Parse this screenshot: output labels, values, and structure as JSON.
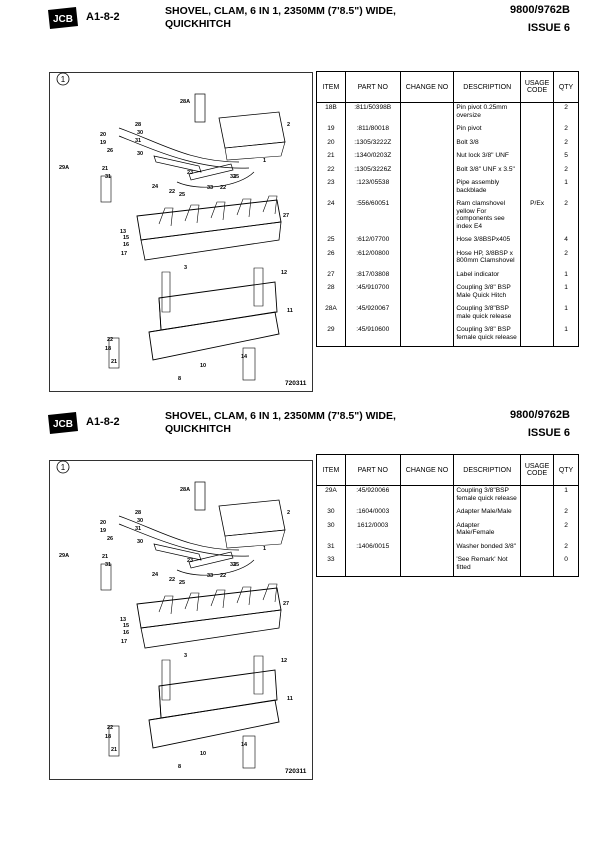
{
  "brand": {
    "logo_text": "JCB"
  },
  "headers": [
    {
      "code": "A1-8-2",
      "title_line1": "SHOVEL, CLAM, 6 IN 1, 2350MM (7'8.5\") WIDE,",
      "title_line2": "QUICKHITCH",
      "publication": "9800/9762B",
      "issue": "ISSUE 6"
    },
    {
      "code": "A1-8-2",
      "title_line1": "SHOVEL, CLAM, 6 IN 1, 2350MM (7'8.5\") WIDE,",
      "title_line2": "QUICKHITCH",
      "publication": "9800/9762B",
      "issue": "ISSUE 6"
    }
  ],
  "figure": {
    "ref": "1",
    "drawing_no": "720311",
    "labels": [
      "28A",
      "28",
      "30",
      "31",
      "20",
      "19",
      "26",
      "30",
      "29A",
      "21",
      "31",
      "23",
      "24",
      "22",
      "33",
      "25",
      "33",
      "22",
      "25",
      "2",
      "1",
      "27",
      "13",
      "15",
      "16",
      "17",
      "3",
      "12",
      "11",
      "22",
      "18",
      "21",
      "14",
      "10",
      "8"
    ]
  },
  "table_headers": {
    "item": "ITEM",
    "part_no": "PART NO",
    "change_no": "CHANGE NO",
    "description": "DESCRIPTION",
    "usage_code": "USAGE CODE",
    "qty": "QTY"
  },
  "tables": [
    {
      "rows": [
        {
          "item": "18B",
          "part_no": ":811/50398B",
          "change_no": "",
          "description": "Pin pivot 0.25mm oversize",
          "usage": "",
          "qty": "2"
        },
        {
          "item": "19",
          "part_no": ":811/80018",
          "change_no": "",
          "description": "Pin pivot",
          "usage": "",
          "qty": "2"
        },
        {
          "item": "20",
          "part_no": ":1305/3222Z",
          "change_no": "",
          "description": "Bolt 3/8",
          "usage": "",
          "qty": "2"
        },
        {
          "item": "21",
          "part_no": ":1340/0203Z",
          "change_no": "",
          "description": "Nut lock 3/8\" UNF",
          "usage": "",
          "qty": "5"
        },
        {
          "item": "22",
          "part_no": ":1305/3226Z",
          "change_no": "",
          "description": "Bolt 3/8\" UNF x 3.5\"",
          "usage": "",
          "qty": "2"
        },
        {
          "item": "23",
          "part_no": ":123/05538",
          "change_no": "",
          "description": "Pipe assembly backblade",
          "usage": "",
          "qty": "1"
        },
        {
          "item": "24",
          "part_no": ":556/60051",
          "change_no": "",
          "description": "Ram clamshovel yellow For components see index E4",
          "usage": "P/Ex",
          "qty": "2"
        },
        {
          "item": "25",
          "part_no": ":612/07700",
          "change_no": "",
          "description": "Hose 3/8BSPx405",
          "usage": "",
          "qty": "4"
        },
        {
          "item": "26",
          "part_no": ":612/00800",
          "change_no": "",
          "description": "Hose HP, 3/8BSP x 800mm Clamshovel",
          "usage": "",
          "qty": "2"
        },
        {
          "item": "27",
          "part_no": ":817/03808",
          "change_no": "",
          "description": "Label indicator",
          "usage": "",
          "qty": "1"
        },
        {
          "item": "28",
          "part_no": ":45/910700",
          "change_no": "",
          "description": "Coupling 3/8\" BSP Male Quick Hitch",
          "usage": "",
          "qty": "1"
        },
        {
          "item": "28A",
          "part_no": ":45/920067",
          "change_no": "",
          "description": "Coupling 3/8\"BSP male quick release",
          "usage": "",
          "qty": "1"
        },
        {
          "item": "29",
          "part_no": ":45/910600",
          "change_no": "",
          "description": "Coupling 3/8\" BSP female quick release",
          "usage": "",
          "qty": "1"
        }
      ]
    },
    {
      "rows": [
        {
          "item": "29A",
          "part_no": ":45/920066",
          "change_no": "",
          "description": "Coupling 3/8\"BSP female quick release",
          "usage": "",
          "qty": "1"
        },
        {
          "item": "30",
          "part_no": ":1604/0003",
          "change_no": "",
          "description": "Adapter Male/Male",
          "usage": "",
          "qty": "2"
        },
        {
          "item": "30",
          "part_no": "1612/0003",
          "change_no": "",
          "description": "Adapter Male/Female",
          "usage": "",
          "qty": "2"
        },
        {
          "item": "31",
          "part_no": ":1406/0015",
          "change_no": "",
          "description": "Washer bonded 3/8\"",
          "usage": "",
          "qty": "2"
        },
        {
          "item": "33",
          "part_no": "",
          "change_no": "",
          "description": "'See Remark' Not fitted",
          "usage": "",
          "qty": "0"
        }
      ]
    }
  ]
}
